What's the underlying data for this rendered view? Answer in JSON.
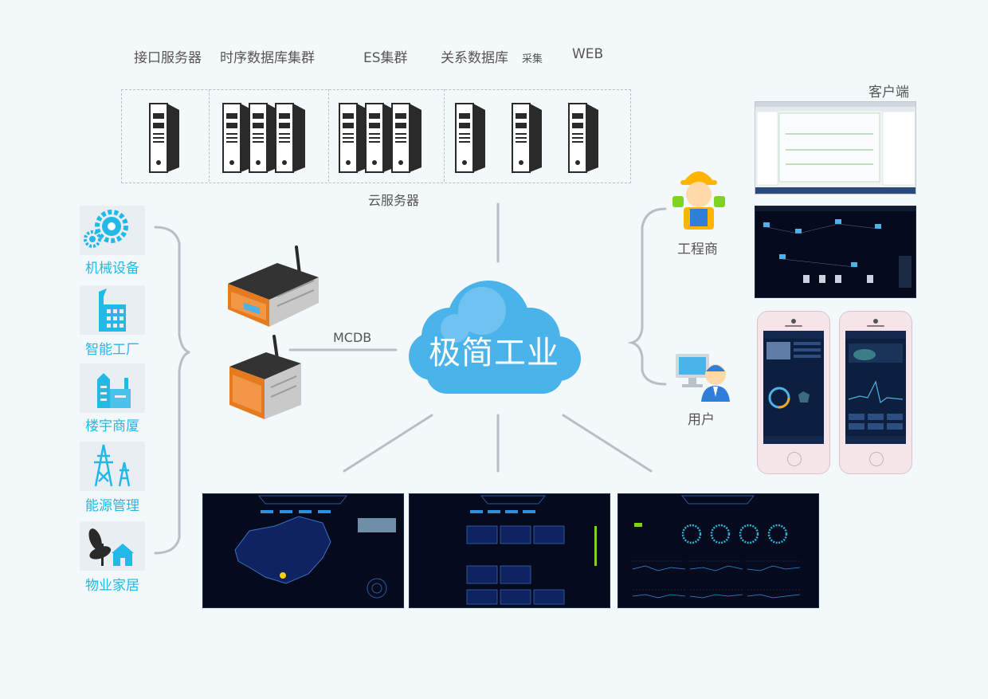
{
  "server_groups": {
    "interface": "接口服务器",
    "timeseries": "时序数据库集群",
    "es": "ES集群",
    "relational": "关系数据库",
    "collect": "采集",
    "web": "WEB"
  },
  "cloud_servers_label": "云服务器",
  "client_label": "客户端",
  "roles": {
    "engineer": "工程商",
    "user": "用户"
  },
  "mcdb_label": "MCDB",
  "core_cloud": "极简工业",
  "categories": [
    {
      "label": "机械设备",
      "icon": "gears-icon"
    },
    {
      "label": "智能工厂",
      "icon": "factory-icon"
    },
    {
      "label": "楼宇商厦",
      "icon": "building-icon"
    },
    {
      "label": "能源管理",
      "icon": "power-tower-icon"
    },
    {
      "label": "物业家居",
      "icon": "wind-turbine-house-icon"
    }
  ],
  "colors": {
    "accent": "#22b8e8",
    "cloud": "#4ab3ea",
    "line": "#b8bec3",
    "screen_bg": "#050a1c"
  }
}
